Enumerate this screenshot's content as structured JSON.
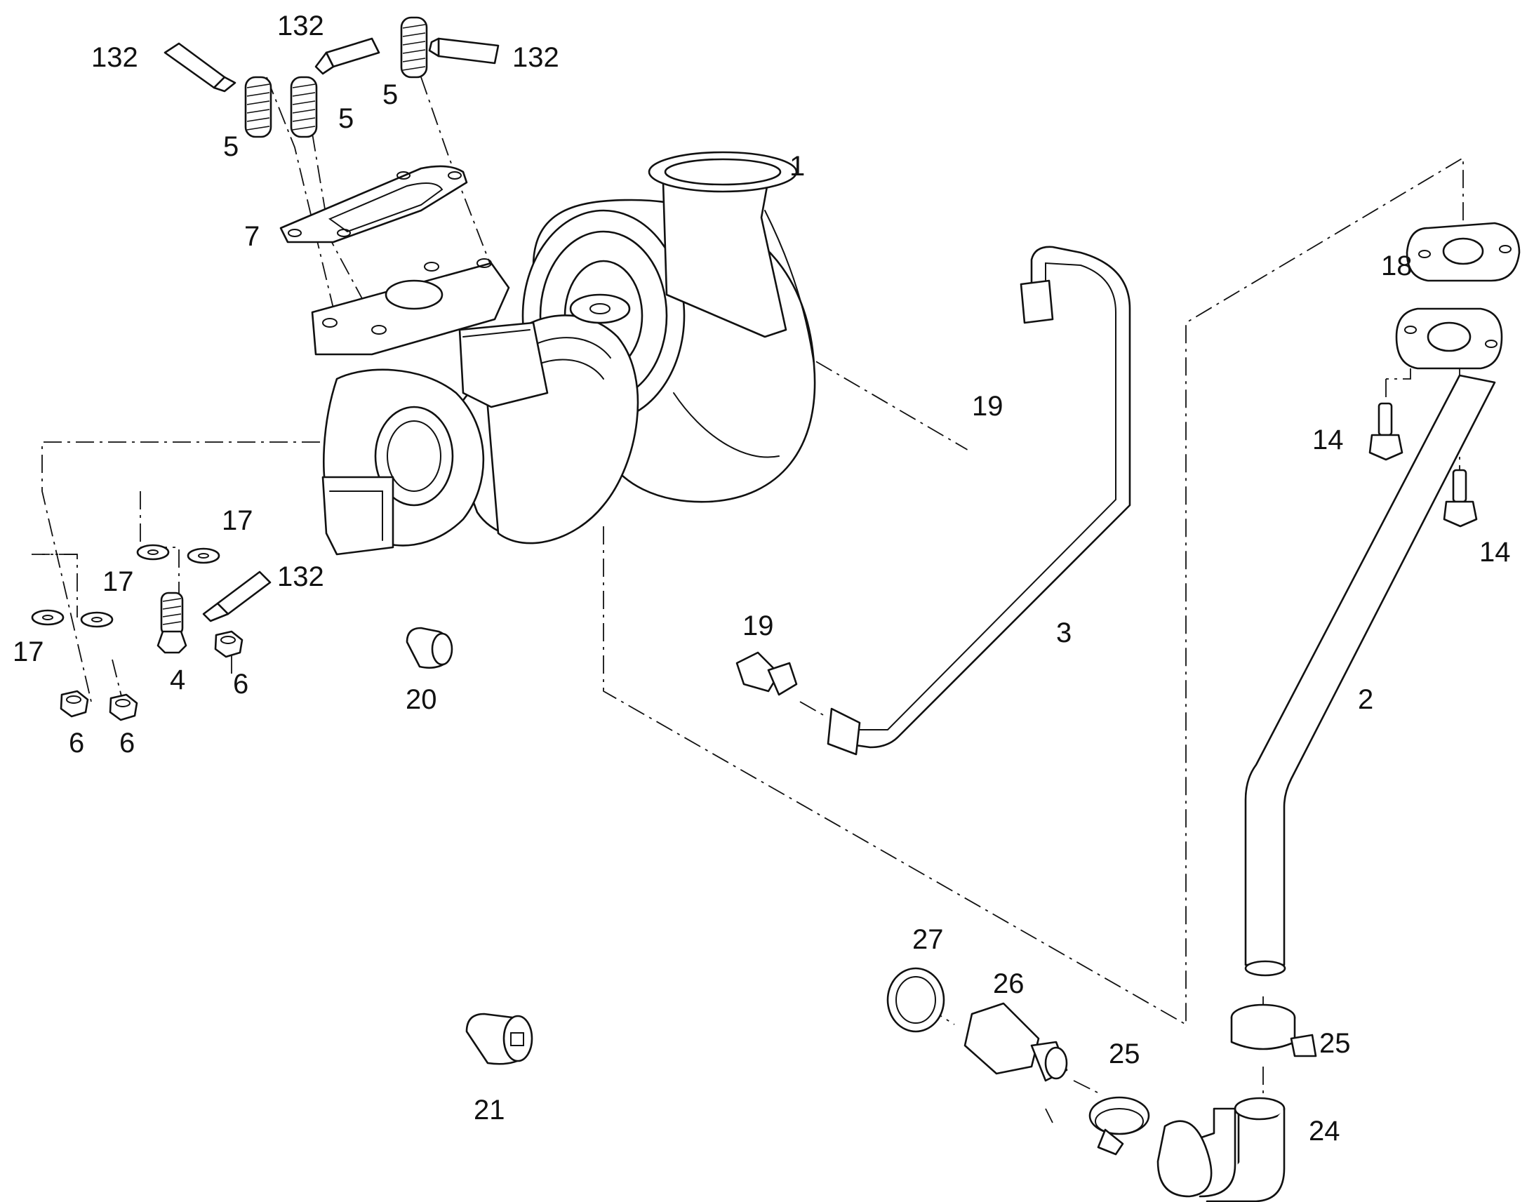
{
  "callouts": {
    "c1": "1",
    "c2": "2",
    "c3": "3",
    "c4": "4",
    "c5a": "5",
    "c5b": "5",
    "c5c": "5",
    "c6a": "6",
    "c6b": "6",
    "c6c": "6",
    "c7": "7",
    "c14a": "14",
    "c14b": "14",
    "c17a": "17",
    "c17b": "17",
    "c17c": "17",
    "c18": "18",
    "c19a": "19",
    "c19b": "19",
    "c20": "20",
    "c21": "21",
    "c24": "24",
    "c25a": "25",
    "c25b": "25",
    "c26": "26",
    "c27": "27",
    "c132a": "132",
    "c132b": "132",
    "c132c": "132",
    "c132d": "132"
  }
}
